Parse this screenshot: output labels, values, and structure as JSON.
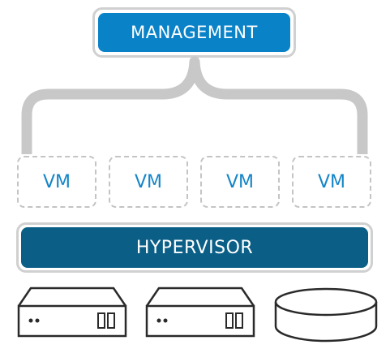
{
  "management": {
    "label": "MANAGEMENT"
  },
  "vms": [
    {
      "label": "VM"
    },
    {
      "label": "VM"
    },
    {
      "label": "VM"
    },
    {
      "label": "VM"
    }
  ],
  "hypervisor": {
    "label": "HYPERVISOR"
  },
  "hardware": [
    {
      "kind": "server-icon"
    },
    {
      "kind": "server-icon"
    },
    {
      "kind": "storage-disk-icon"
    }
  ],
  "colors": {
    "management_fill": "#0a82c8",
    "hypervisor_fill": "#0b5f87",
    "vm_text": "#1585c8",
    "connector_gray": "#c8c8c8",
    "outline_dark": "#2a2a2a"
  }
}
